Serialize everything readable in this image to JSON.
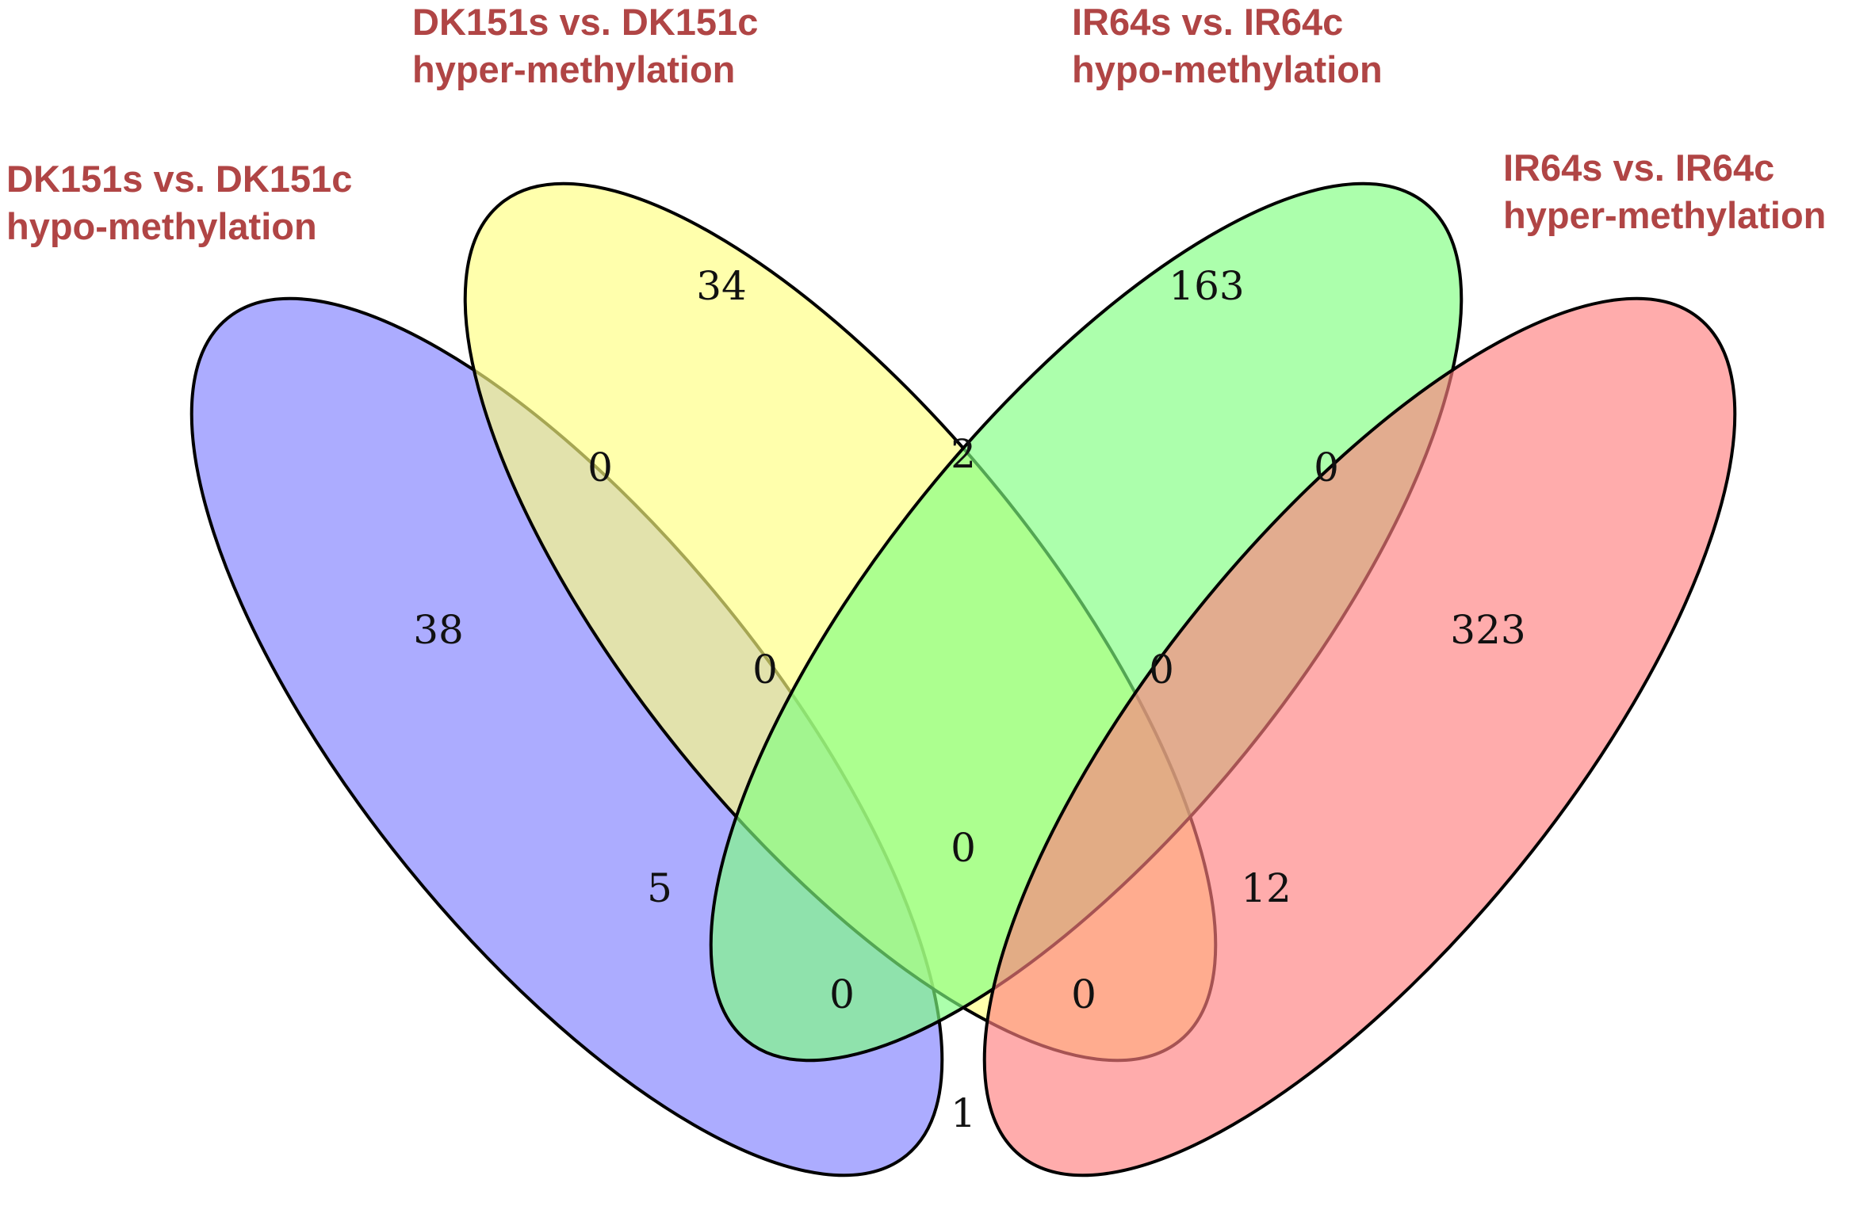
{
  "label_color": "#b04545",
  "sets": [
    {
      "key": "A",
      "line1": "DK151s vs. DK151c",
      "line2": "hypo-methylation",
      "color": "#7f7fff"
    },
    {
      "key": "B",
      "line1": "DK151s vs. DK151c",
      "line2": "hyper-methylation",
      "color": "#ffff80"
    },
    {
      "key": "C",
      "line1": "IR64s vs. IR64c",
      "line2": "hypo-methylation",
      "color": "#80ff80"
    },
    {
      "key": "D",
      "line1": "IR64s vs. IR64c",
      "line2": "hyper-methylation",
      "color": "#ff8080"
    }
  ],
  "regions": {
    "A": "38",
    "B": "34",
    "C": "163",
    "D": "323",
    "AB": "0",
    "BC": "2",
    "CD": "0",
    "AC": "5",
    "BD": "12",
    "AD": "1",
    "ABC": "0",
    "BCD": "0",
    "ABD": "0",
    "ACD": "0",
    "ABCD": "0"
  }
}
